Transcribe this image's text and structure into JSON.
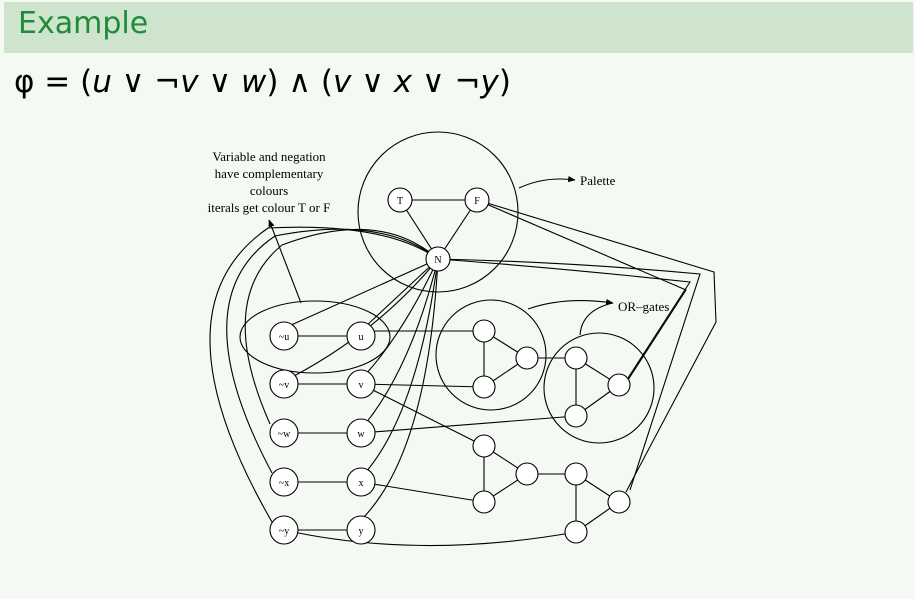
{
  "slide": {
    "title": "Example",
    "formula": {
      "phi": "φ",
      "eq": " = ",
      "lp1": "(",
      "u": "u",
      "or1": " ∨ ¬",
      "v1": "v",
      "or2": " ∨ ",
      "w": "w",
      "rp1": ")",
      "and": " ∧ ",
      "lp2": "(",
      "v2": "v",
      "or3": " ∨ ",
      "x": "x",
      "or4": " ∨ ¬",
      "y": "y",
      "rp2": ")"
    }
  },
  "diagram": {
    "annotations": {
      "note_line1": "Variable and negation",
      "note_line2": "have complementary",
      "note_line3": "colours",
      "note_line4": "iterals get colour T or F",
      "palette": "Palette",
      "or_gates": "OR–gates"
    },
    "palette_nodes": {
      "t": "T",
      "f": "F",
      "n": "N"
    },
    "literal_nodes": {
      "neg_u": "~u",
      "neg_v": "~v",
      "neg_w": "~w",
      "neg_x": "~x",
      "neg_y": "~y",
      "u": "u",
      "v": "v",
      "w": "w",
      "x": "x",
      "y": "y"
    }
  }
}
